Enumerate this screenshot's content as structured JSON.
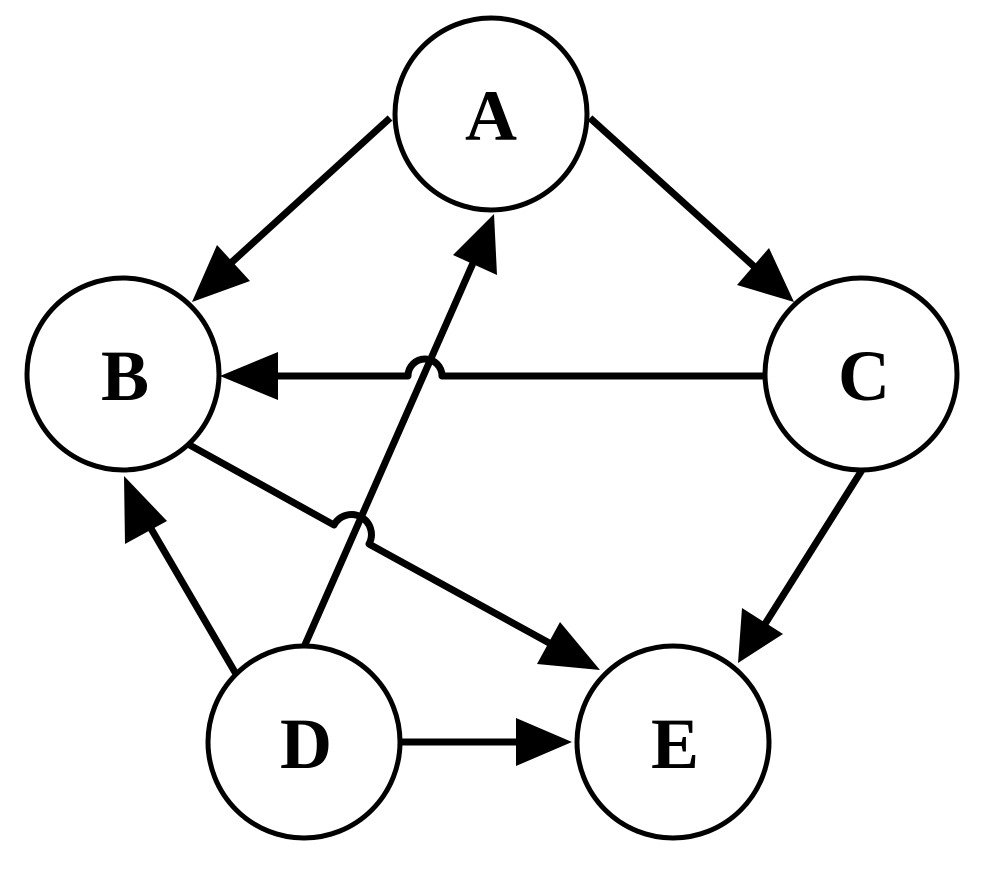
{
  "diagram": {
    "nodes": [
      {
        "id": "A",
        "label": "A"
      },
      {
        "id": "B",
        "label": "B"
      },
      {
        "id": "C",
        "label": "C"
      },
      {
        "id": "D",
        "label": "D"
      },
      {
        "id": "E",
        "label": "E"
      }
    ],
    "edges": [
      {
        "from": "A",
        "to": "B"
      },
      {
        "from": "A",
        "to": "C"
      },
      {
        "from": "C",
        "to": "B"
      },
      {
        "from": "D",
        "to": "A"
      },
      {
        "from": "B",
        "to": "E"
      },
      {
        "from": "D",
        "to": "B"
      },
      {
        "from": "C",
        "to": "E"
      },
      {
        "from": "D",
        "to": "E"
      }
    ],
    "colors": {
      "stroke": "#000000",
      "node_fill": "#ffffff",
      "background": "#ffffff"
    }
  }
}
